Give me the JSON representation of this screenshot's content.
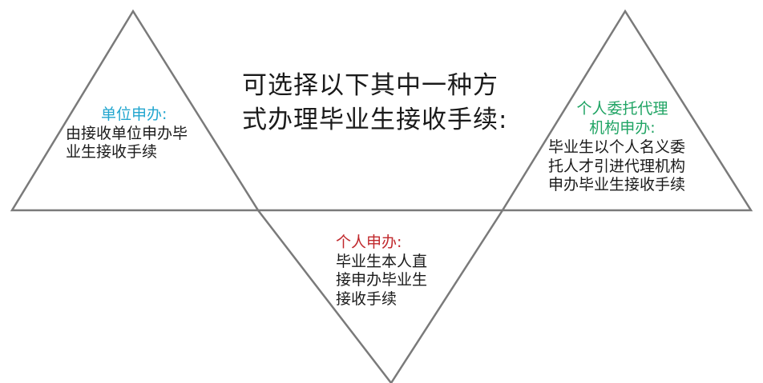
{
  "title": {
    "line1": "可选择以下其中一种方",
    "line2": "式办理毕业生接收手续:"
  },
  "unit": {
    "heading": "单位申办:",
    "body_line1": "由接收单位申办毕",
    "body_line2": "业生接收手续"
  },
  "personal": {
    "heading": "个人申办:",
    "body_line1": "毕业生本人直",
    "body_line2": "接申办毕业生",
    "body_line3": "接收手续"
  },
  "agency": {
    "heading_line1": "个人委托代理",
    "heading_line2": "机构申办:",
    "body_line1": "毕业生以个人名义委",
    "body_line2": "托人才引进代理机构",
    "body_line3": "申办毕业生接收手续"
  },
  "colors": {
    "unit_heading": "#22a6cf",
    "personal_heading": "#c0282c",
    "agency_heading": "#20a464",
    "outline": "#7a7a7a"
  }
}
